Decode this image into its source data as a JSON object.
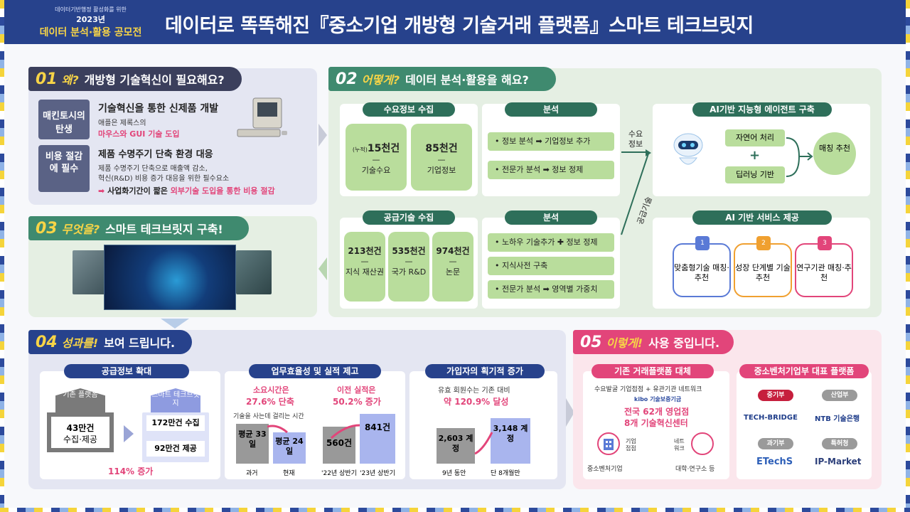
{
  "header": {
    "contest_sub": "데이터기반행정 활성화를 위한",
    "contest_year": "2023년",
    "contest_title": "데이터 분석·활용 공모전",
    "title": "데이터로 똑똑해진『중소기업 개방형 기술거래 플랫폼』스마트 테크브릿지"
  },
  "s1": {
    "num": "01",
    "key": "왜?",
    "text": "개방형 기술혁신이 필요해요?",
    "tag1": "매킨토시의 탄생",
    "h1": "기술혁신을 통한 신제품 개발",
    "l1a": "애플은 제록스의",
    "l1b": "마우스와 GUI 기술 도입",
    "tag2": "비용 절감에 필수",
    "h2": "제품 수명주기 단축 환경 대응",
    "l2a": "제품 수명주기 단축으로 매출액 감소,",
    "l2b": "혁신(R&D) 비용 증가 대응을 위한 필수요소",
    "l2c": "사업화기간이 짧은",
    "l2d": "외부기술 도입을 통한 비용 절감"
  },
  "s2": {
    "num": "02",
    "key": "어떻게?",
    "text": "데이터 분석·활용을 해요?",
    "demand": "수요정보 수집",
    "d1_pre": "(누적)",
    "d1": "15천건",
    "d1_l": "기술수요",
    "d2": "85천건",
    "d2_l": "기업정보",
    "analysis": "분석",
    "a1": "• 정보 분석 ➡ 기업정보 추가",
    "a2": "• 전문가 분석 ➡ 정보 정제",
    "supply": "공급기술 수집",
    "s1": "213천건",
    "s1_l": "지식 재산권",
    "s2": "535천건",
    "s2_l": "국가 R&D",
    "s3": "974천건",
    "s3_l": "논문",
    "b1": "• 노하우 기술추가 ✚ 정보 정제",
    "b2": "• 지식사전 구축",
    "b3": "• 전문가 분석 ➡ 영역별 가중치",
    "demand_info": "수요 정보",
    "supply_info": "공급기술",
    "ai_title": "AI기반 지능형 에이전트 구축",
    "nlp": "자연어 처리",
    "plus": "+",
    "dl": "딥러닝 기반",
    "match": "매칭 추천",
    "svc_title": "AI 기반 서비스 제공",
    "sv1_n": "1",
    "sv1": "맞춤형기술 매칭·추천",
    "sv2_n": "2",
    "sv2": "성장 단계별 기술추천",
    "sv3_n": "3",
    "sv3": "연구기관 매칭·추천"
  },
  "s3": {
    "num": "03",
    "key": "무엇을?",
    "text": "스마트 테크브릿지 구축!"
  },
  "s4": {
    "num": "04",
    "key": "성과를!",
    "text": "보여 드립니다.",
    "p1": "공급정보 확대",
    "old": "기존 플랫폼",
    "new": "스마트 테크브릿지",
    "o_val": "43만건",
    "o_lbl": "수집·제공",
    "n1": "172만건 수집",
    "n2": "92만건 제공",
    "inc": "114% 증가",
    "p2": "업무효율성 및 실적 제고",
    "t1": "소요시간은",
    "t1b": "27.6% 단축",
    "t2": "이전 실적은",
    "t2b": "50.2% 증가",
    "cap": "기술을 사는데 걸리는 시간",
    "b_past": "평균 33일",
    "b_now": "평균 24일",
    "lp": "과거",
    "ln": "현재",
    "v560": "560건",
    "v841": "841건",
    "l22": "'22년 상반기",
    "l23": "'23년 상반기",
    "p3": "가입자의 획기적 증가",
    "t3": "유효 회원수는 기존 대비",
    "t3b": "약 120.9% 달성",
    "v2603": "2,603 계정",
    "v3148": "3,148 계정",
    "l9": "9년 동안",
    "l8": "단 8개월만"
  },
  "s5": {
    "num": "05",
    "key": "이렇게!",
    "text": "사용 중입니다.",
    "p1": "기존 거래플랫폼 대체",
    "net": "수요발굴 기업접점 + 유관기관 네트워크",
    "kibo": "kibo 기술보증기금",
    "center1": "전국 62개 영업점",
    "center2": "8개 기술혁신센터",
    "sme": "중소벤처기업",
    "univ": "대학·연구소 등",
    "touch": "기업 접점",
    "netw": "네트 워크",
    "p2": "중소벤처기업부 대표 플랫폼",
    "m1": "중기부",
    "m1p": "TECH-BRIDGE",
    "m2": "산업부",
    "m2p": "NTB 기술은행",
    "m3": "과기부",
    "m3p": "ETechS",
    "m4": "특허청",
    "m4p": "IP-Market"
  },
  "colors": {
    "navy": "#27428c",
    "green": "#4f9a6e",
    "pink": "#e2457a",
    "pale_blue": "#e4e6f2",
    "pale_green": "#e5efe3",
    "pale_pink": "#fbe6ec"
  }
}
